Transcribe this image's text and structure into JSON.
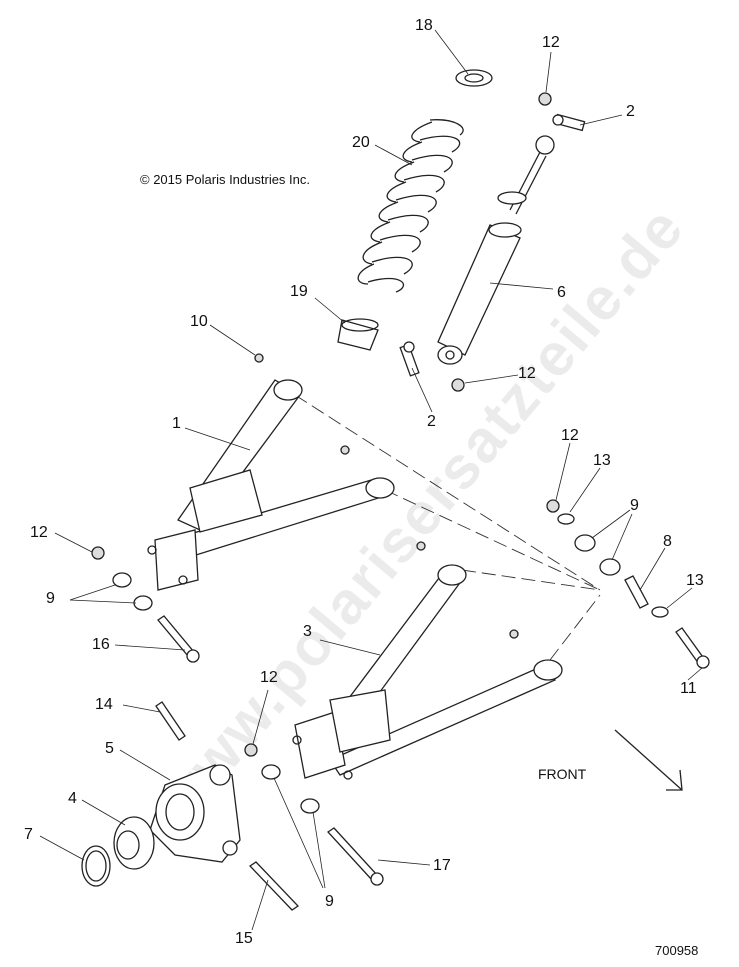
{
  "copyright": "© 2015 Polaris Industries Inc.",
  "drawing_number": "700958",
  "front_label": "FRONT",
  "watermark": "www.polarisersatzteile.de",
  "callouts": {
    "c1": "1",
    "c2a": "2",
    "c2b": "2",
    "c3": "3",
    "c4": "4",
    "c5": "5",
    "c6": "6",
    "c7": "7",
    "c8": "8",
    "c9a": "9",
    "c9b": "9",
    "c9c": "9",
    "c10": "10",
    "c11": "11",
    "c12a": "12",
    "c12b": "12",
    "c12c": "12",
    "c12d": "12",
    "c12e": "12",
    "c13a": "13",
    "c13b": "13",
    "c14": "14",
    "c15": "15",
    "c16": "16",
    "c17": "17",
    "c18": "18",
    "c19": "19",
    "c20": "20"
  }
}
